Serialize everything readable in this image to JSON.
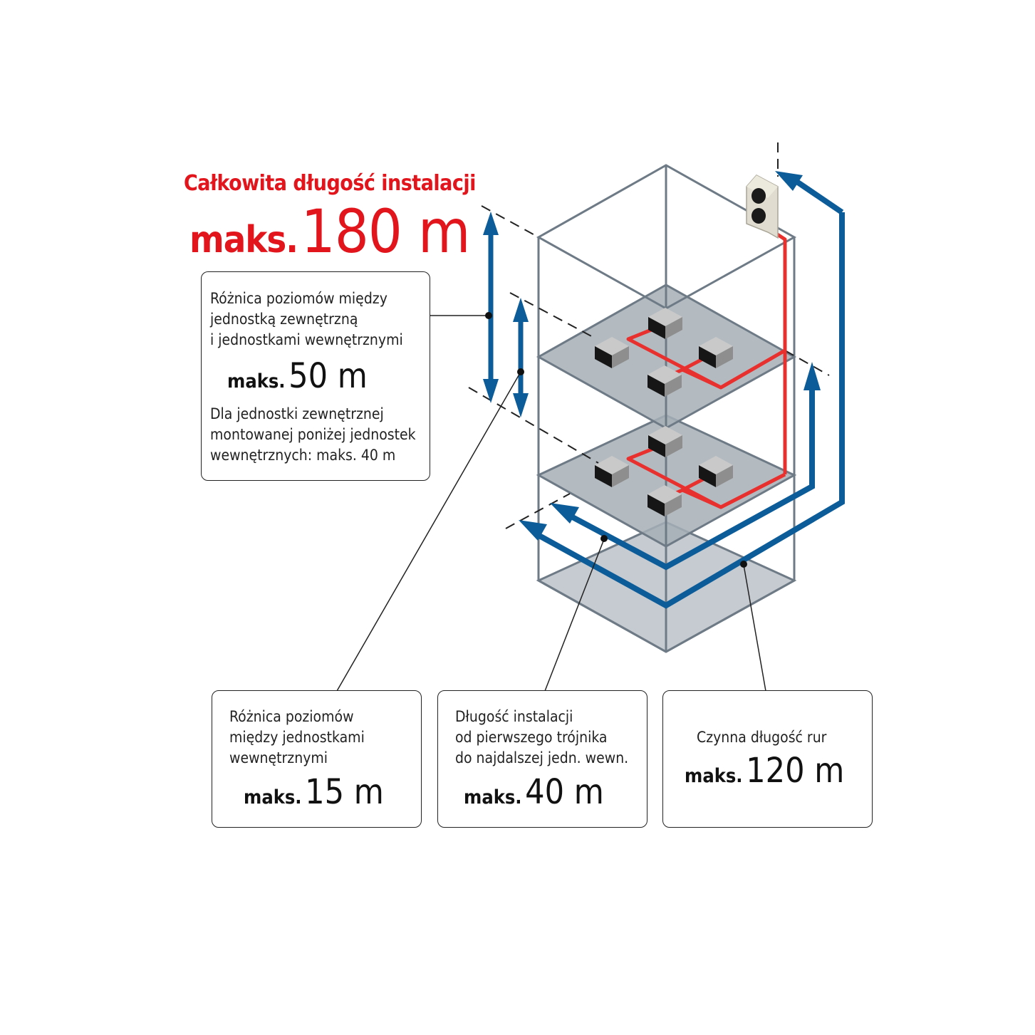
{
  "headline": "Całkowita długość instalacji",
  "total": {
    "prefix": "maks.",
    "value": "180 m"
  },
  "box_outdoor_diff": {
    "lines": [
      "Różnica poziomów między",
      "jednostką zewnętrzną",
      "i jednostkami wewnętrznymi"
    ],
    "prefix": "maks.",
    "value": "50 m",
    "note": [
      "Dla jednostki zewnętrznej",
      "montowanej poniżej jednostek",
      "wewnętrznych: maks. 40 m"
    ]
  },
  "box_indoor_diff": {
    "lines": [
      "Różnica poziomów",
      "między jednostkami",
      "wewnętrznymi"
    ],
    "prefix": "maks.",
    "value": "15 m"
  },
  "box_first_branch": {
    "lines": [
      "Długość instalacji",
      "od pierwszego trójnika",
      "do najdalszej jedn. wewn."
    ],
    "prefix": "maks.",
    "value": "40 m"
  },
  "box_actual_length": {
    "lines": [
      "Czynna długość rur"
    ],
    "prefix": "maks.",
    "value": "120 m"
  },
  "colors": {
    "accent_red": "#e2151c",
    "pipe_red": "#e8312f",
    "arrow_blue": "#0b5c99",
    "outline": "#6e7b86"
  }
}
